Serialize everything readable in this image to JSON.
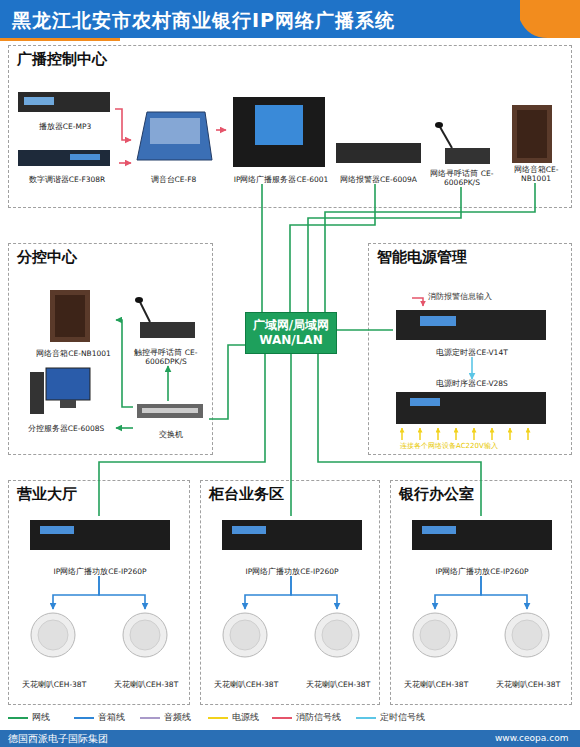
{
  "diagram": {
    "title": "黑龙江北安市农村商业银行IP网络广播系统",
    "nodes": [
      {
        "text": [
          "广播控制中心"
        ]
      },
      {
        "text": [
          "播放器CE-MP3"
        ],
        "in": 0
      },
      {
        "text": [
          "数字调谐器CE-F308R"
        ],
        "in": 0
      },
      {
        "text": [
          "调音台CE-F8"
        ],
        "in": 0
      },
      {
        "text": [
          "IP网络广播服务器CE-6001"
        ],
        "in": 0
      },
      {
        "text": [
          "网络报警器CE-6009A"
        ],
        "in": 0
      },
      {
        "text": [
          "网络寻呼话筒 CE-6006PK/S"
        ],
        "in": 0
      },
      {
        "text": [
          "网络音箱CE-NB1001"
        ],
        "in": 0
      },
      {
        "text": [
          "分控中心"
        ]
      },
      {
        "text": [
          "网络音箱CE-NB1001"
        ],
        "in": 8
      },
      {
        "text": [
          "触控寻呼话筒 CE-6006DPK/S"
        ],
        "in": 8
      },
      {
        "text": [
          "分控服务器CE-6008S"
        ],
        "in": 8
      },
      {
        "text": [
          "交换机"
        ],
        "in": 8
      },
      {
        "text": [
          "广域网/局域网 WAN/LAN"
        ]
      },
      {
        "text": [
          "智能电源管理"
        ]
      },
      {
        "text": [
          "电源定时器CE-V14T"
        ],
        "in": 14
      },
      {
        "text": [
          "电源时序器CE-V28S"
        ],
        "in": 14
      },
      {
        "text": [
          "营业大厅"
        ]
      },
      {
        "text": [
          "IP网络广播功放CE-IP260P"
        ],
        "in": 17
      },
      {
        "text": [
          "天花喇叭CEH-38T"
        ],
        "in": 17
      },
      {
        "text": [
          "天花喇叭CEH-38T"
        ],
        "in": 17
      },
      {
        "text": [
          "柜台业务区"
        ]
      },
      {
        "text": [
          "IP网络广播功放CE-IP260P"
        ],
        "in": 21
      },
      {
        "text": [
          "天花喇叭CEH-38T"
        ],
        "in": 21
      },
      {
        "text": [
          "天花喇叭CEH-38T"
        ],
        "in": 21
      },
      {
        "text": [
          "银行办公室"
        ]
      },
      {
        "text": [
          "IP网络广播功放CE-IP260P"
        ],
        "in": 25
      },
      {
        "text": [
          "天花喇叭CEH-38T"
        ],
        "in": 25
      },
      {
        "text": [
          "天花喇叭CEH-38T"
        ],
        "in": 25
      }
    ],
    "edges": [
      {
        "from": 1,
        "to": 3,
        "arrow": "to"
      },
      {
        "from": 2,
        "to": 3,
        "arrow": "to"
      },
      {
        "from": 3,
        "to": 4,
        "arrow": "to"
      },
      {
        "from": 13,
        "to": 4,
        "arrow": "none"
      },
      {
        "from": 13,
        "to": 5,
        "arrow": "none"
      },
      {
        "from": 13,
        "to": 6,
        "arrow": "none"
      },
      {
        "from": 13,
        "to": 7,
        "arrow": "none"
      },
      {
        "from": 13,
        "to": 12,
        "arrow": "none"
      },
      {
        "from": 13,
        "to": 15,
        "arrow": "none"
      },
      {
        "from": 13,
        "to": 18,
        "arrow": "none"
      },
      {
        "from": 13,
        "to": 22,
        "arrow": "none"
      },
      {
        "from": 13,
        "to": 26,
        "arrow": "none"
      },
      {
        "from": 12,
        "to": 9,
        "arrow": "to"
      },
      {
        "from": 12,
        "to": 10,
        "arrow": "to"
      },
      {
        "from": 12,
        "to": 11,
        "arrow": "to"
      },
      {
        "from": 15,
        "to": 16,
        "arrow": "to"
      },
      {
        "from": 18,
        "to": 19,
        "arrow": "to"
      },
      {
        "from": 18,
        "to": 20,
        "arrow": "to"
      },
      {
        "from": 22,
        "to": 23,
        "arrow": "to"
      },
      {
        "from": 22,
        "to": 24,
        "arrow": "to"
      },
      {
        "from": 26,
        "to": 27,
        "arrow": "to"
      },
      {
        "from": 26,
        "to": 28,
        "arrow": "to"
      }
    ],
    "labels": [
      "消防报警信息输入",
      "连接各个网络设备AC220V输入",
      "德国西派电子国际集团",
      "www.ceopa.com"
    ],
    "legend": [
      {
        "text": "网线",
        "color": "#23a05a"
      },
      {
        "text": "音箱线",
        "color": "#2f86d6"
      },
      {
        "text": "音频线",
        "color": "#a99ac9"
      },
      {
        "text": "电源线",
        "color": "#f2d21b"
      },
      {
        "text": "消防信号线",
        "color": "#e5546a"
      },
      {
        "text": "定时信号线",
        "color": "#5cc6e6"
      }
    ]
  }
}
